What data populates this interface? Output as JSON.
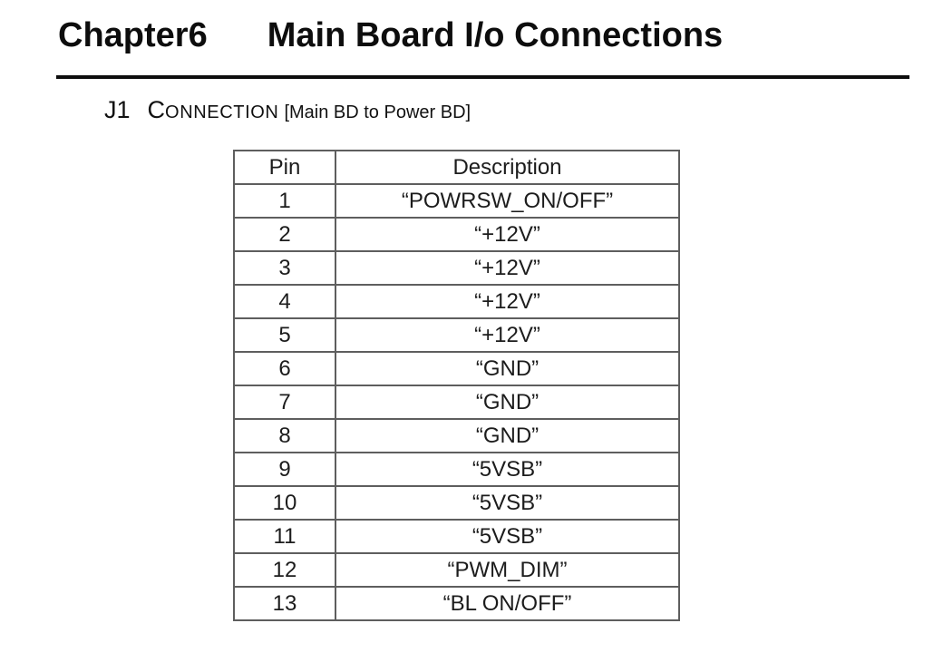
{
  "document": {
    "chapter_label": "Chapter6",
    "chapter_title": "Main Board I/o Connections"
  },
  "section": {
    "jack_label": "J1",
    "title_initial": "C",
    "title_rest": "ONNECTION",
    "title_bracket": "[Main BD to Power BD]"
  },
  "table": {
    "columns": [
      "Pin",
      "Description"
    ],
    "rows": [
      {
        "pin": "1",
        "description": "“POWRSW_ON/OFF”"
      },
      {
        "pin": "2",
        "description": "“+12V”"
      },
      {
        "pin": "3",
        "description": "“+12V”"
      },
      {
        "pin": "4",
        "description": "“+12V”"
      },
      {
        "pin": "5",
        "description": "“+12V”"
      },
      {
        "pin": "6",
        "description": "“GND”"
      },
      {
        "pin": "7",
        "description": "“GND”"
      },
      {
        "pin": "8",
        "description": "“GND”"
      },
      {
        "pin": "9",
        "description": "“5VSB”"
      },
      {
        "pin": "10",
        "description": "“5VSB”"
      },
      {
        "pin": "11",
        "description": "“5VSB”"
      },
      {
        "pin": "12",
        "description": "“PWM_DIM”"
      },
      {
        "pin": "13",
        "description": "“BL ON/OFF”"
      }
    ]
  }
}
